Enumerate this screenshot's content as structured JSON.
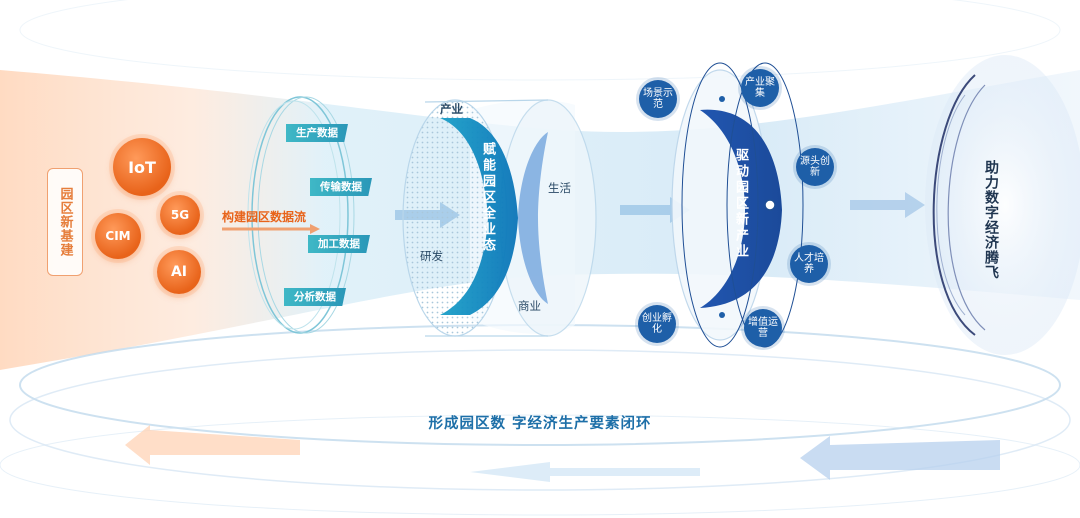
{
  "left_label": "园区新基建",
  "technologies": [
    "IoT",
    "5G",
    "CIM",
    "AI"
  ],
  "flow_label": "构建园区数据流",
  "data_tags": [
    "生产数据",
    "传输数据",
    "加工数据",
    "分析数据"
  ],
  "cylinder": {
    "top": "产业",
    "right": "生活",
    "left": "研发",
    "bottom": "商业",
    "core": "赋能园区全业态"
  },
  "drive": {
    "core": "驱动园区新产业",
    "bubbles": [
      "场景示范",
      "产业聚集",
      "源头创新",
      "人才培养",
      "增值运营",
      "创业孵化"
    ]
  },
  "right_label": "助力数字经济腾飞",
  "bottom_title": "形成园区数 字经济生产要素闭环",
  "colors": {
    "orange": "#e8631a",
    "teal": "#2a97b8",
    "blue": "#1e5fa8",
    "title_blue": "#1d6fa8"
  }
}
